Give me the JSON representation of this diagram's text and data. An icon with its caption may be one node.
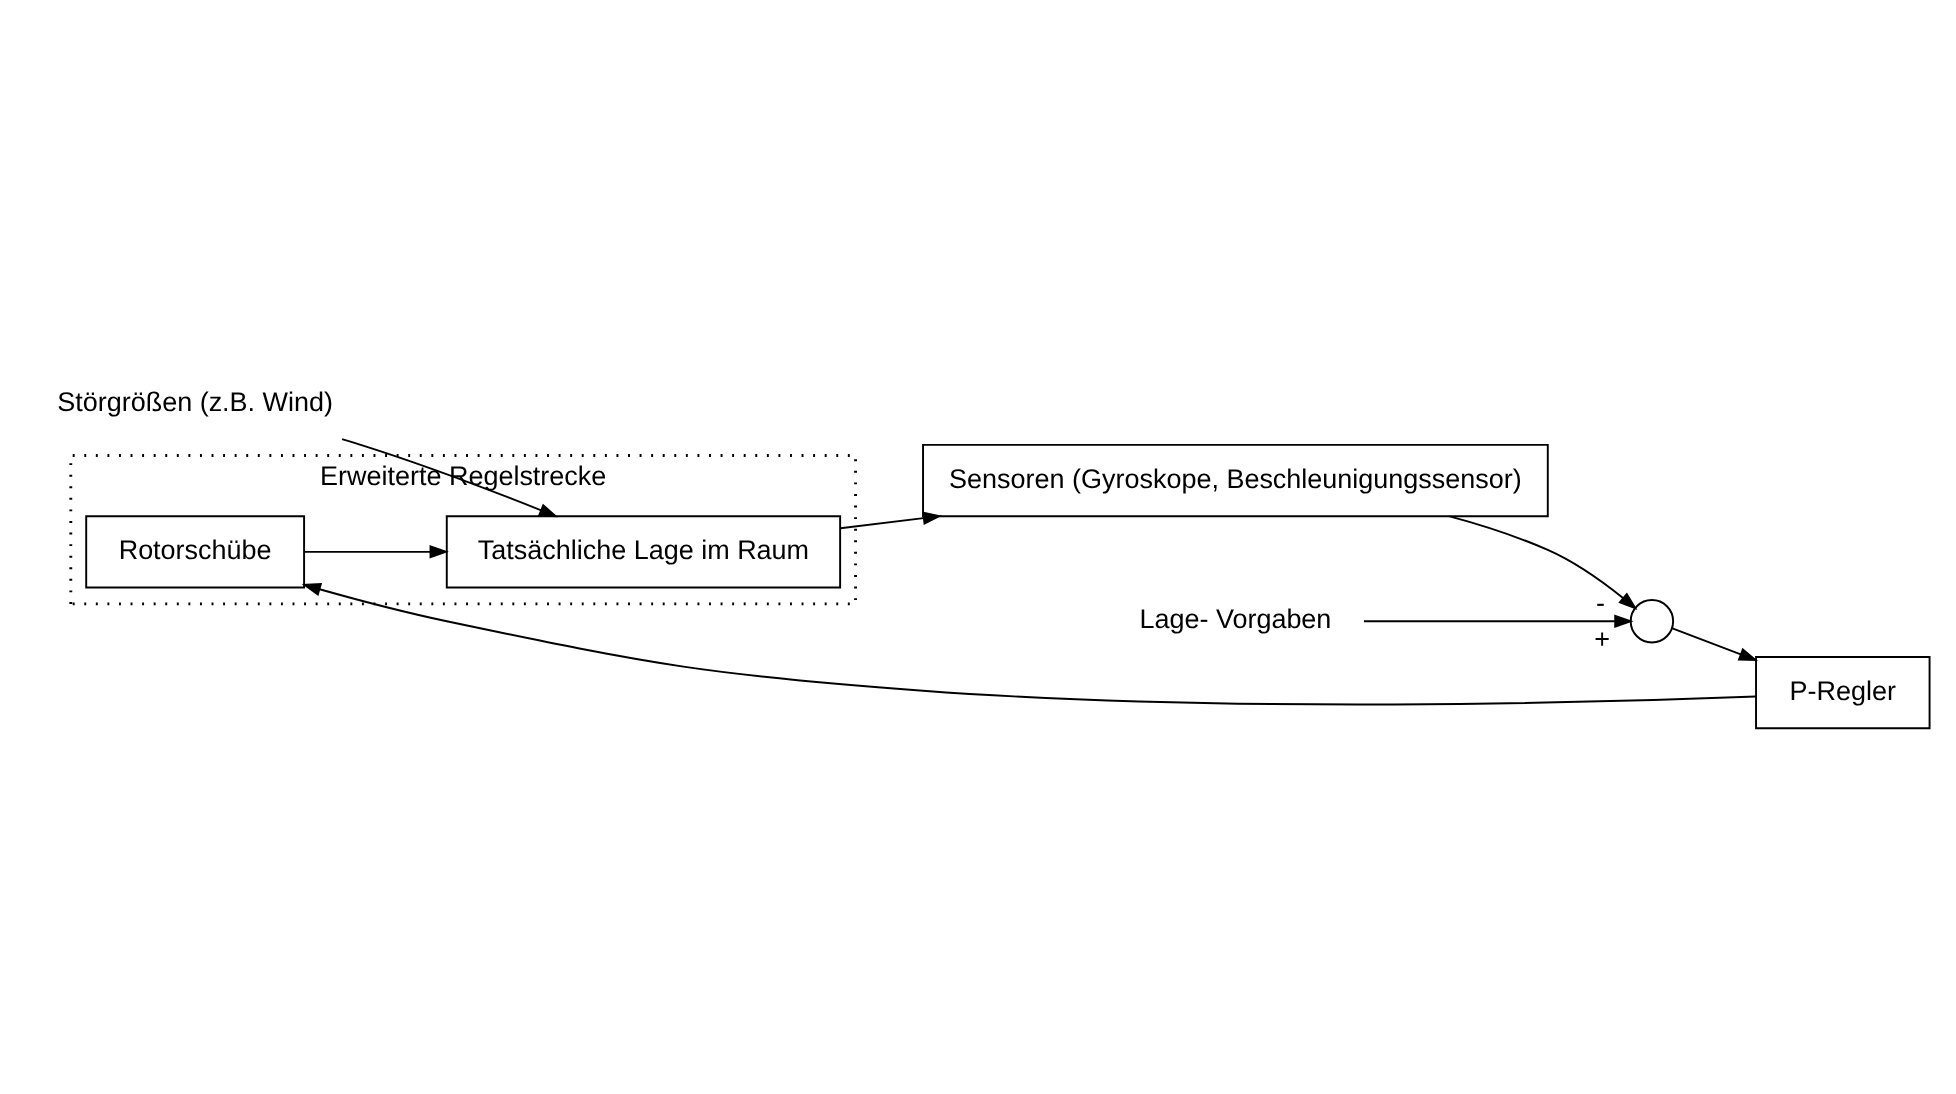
{
  "diagram": {
    "nodes": [
      {
        "text": [
          "Erweiterte Regelstrecke"
        ]
      },
      {
        "text": [
          "Lage- Vorgaben"
        ]
      },
      {
        "text": [],
        "shape": "circle"
      },
      {
        "text": [
          "P-Regler"
        ]
      },
      {
        "text": [
          "Rotorschübe"
        ],
        "in": 0
      },
      {
        "text": [
          "Störgrößen (z.B. Wind)"
        ]
      },
      {
        "text": [
          "Tatsächliche Lage im Raum"
        ],
        "in": 0
      },
      {
        "text": [
          "Sensoren (Gyroskope, Beschleunigungssensor)"
        ]
      }
    ],
    "edges": [
      {
        "from": 1,
        "to": 2,
        "arrow": "to",
        "label": "+"
      },
      {
        "from": 2,
        "to": 3,
        "arrow": "to"
      },
      {
        "from": 3,
        "to": 4,
        "arrow": "to"
      },
      {
        "from": 4,
        "to": 6,
        "arrow": "to"
      },
      {
        "from": 5,
        "to": 6,
        "arrow": "to"
      },
      {
        "from": 6,
        "to": 7,
        "arrow": "to"
      },
      {
        "from": 7,
        "to": 2,
        "arrow": "to",
        "label": "-"
      }
    ]
  }
}
